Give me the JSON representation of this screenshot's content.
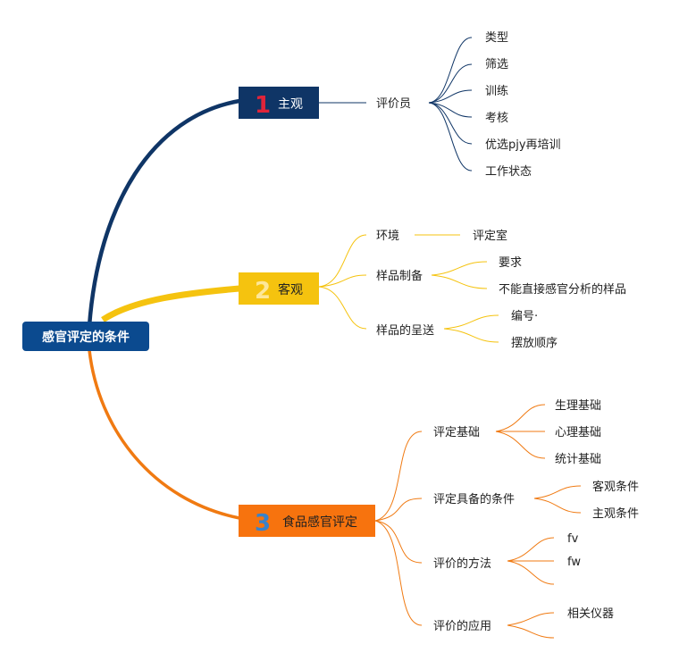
{
  "root": {
    "label": "感官评定的条件",
    "color": "#0b4a8f"
  },
  "branches": [
    {
      "number": "1",
      "label": "主观",
      "box_color": "#0f3566",
      "number_color": "#e0243a",
      "line_color": "#0f3566",
      "children": [
        {
          "label": "评价员",
          "children": [
            "类型",
            "筛选",
            "训练",
            "考核",
            "优选pjy再培训",
            "工作状态"
          ]
        }
      ]
    },
    {
      "number": "2",
      "label": "客观",
      "box_color": "#f5c30f",
      "number_color": "#fde79a",
      "line_color": "#f5c30f",
      "children": [
        {
          "label": "环境",
          "children": [
            "评定室"
          ]
        },
        {
          "label": "样品制备",
          "children": [
            "要求",
            "不能直接感官分析的样品"
          ]
        },
        {
          "label": "样品的呈送",
          "children": [
            "编号·",
            "摆放顺序"
          ]
        }
      ]
    },
    {
      "number": "3",
      "label": "食品感官评定",
      "box_color": "#f7730e",
      "number_color": "#3a82c9",
      "line_color": "#f07a12",
      "children": [
        {
          "label": "评定基础",
          "children": [
            "生理基础",
            "心理基础",
            "统计基础"
          ]
        },
        {
          "label": "评定具备的条件",
          "children": [
            "客观条件",
            "主观条件"
          ]
        },
        {
          "label": "评价的方法",
          "children": [
            "fv",
            "fw",
            ""
          ]
        },
        {
          "label": "评价的应用",
          "children": [
            "相关仪器",
            ""
          ]
        }
      ]
    }
  ]
}
